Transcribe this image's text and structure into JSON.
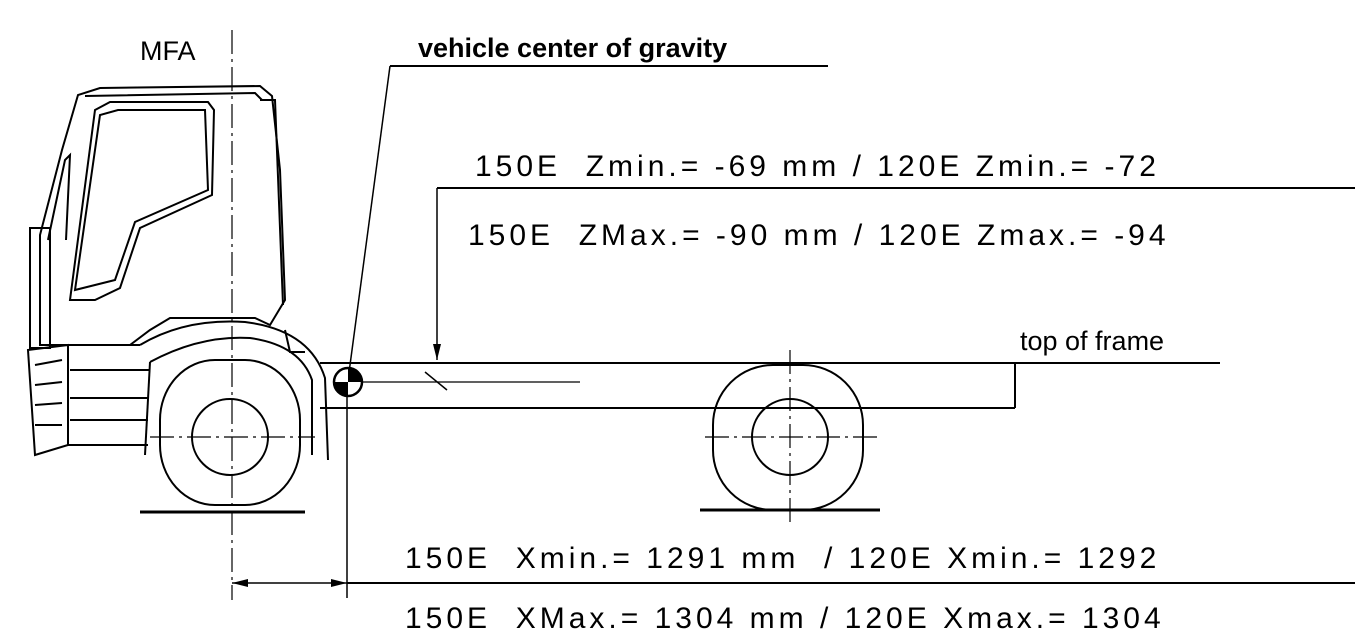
{
  "labels": {
    "mfa": "MFA",
    "cog": "vehicle center of gravity",
    "top_of_frame": "top of frame"
  },
  "dimensions": {
    "z_min": "150E  Zmin.= -69 mm / 120E Zmin.= -72",
    "z_max": "150E  ZMax.= -90 mm / 120E Zmax.= -94",
    "x_min": "150E  Xmin.= 1291 mm  / 120E Xmin.= 1292",
    "x_max": "150E  XMax.= 1304 mm / 120E Xmax.= 1304"
  },
  "colors": {
    "line": "#000000",
    "background": "#ffffff"
  }
}
